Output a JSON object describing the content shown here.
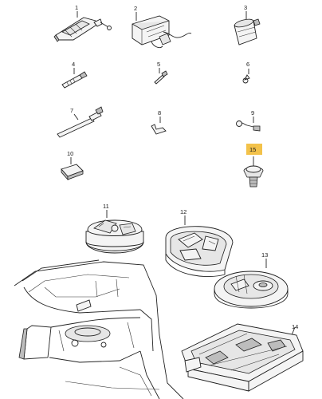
{
  "diagram": {
    "labels": {
      "p1": "1",
      "p2": "2",
      "p3": "3",
      "p4": "4",
      "p5": "5",
      "p6": "6",
      "p7": "7",
      "p8": "8",
      "p9": "9",
      "p10": "10",
      "p11": "11",
      "p12": "12",
      "p13": "13",
      "p14": "14",
      "p15": "15"
    },
    "colors": {
      "highlight": "#f3c24a",
      "line": "#222222",
      "background": "#ffffff"
    }
  }
}
